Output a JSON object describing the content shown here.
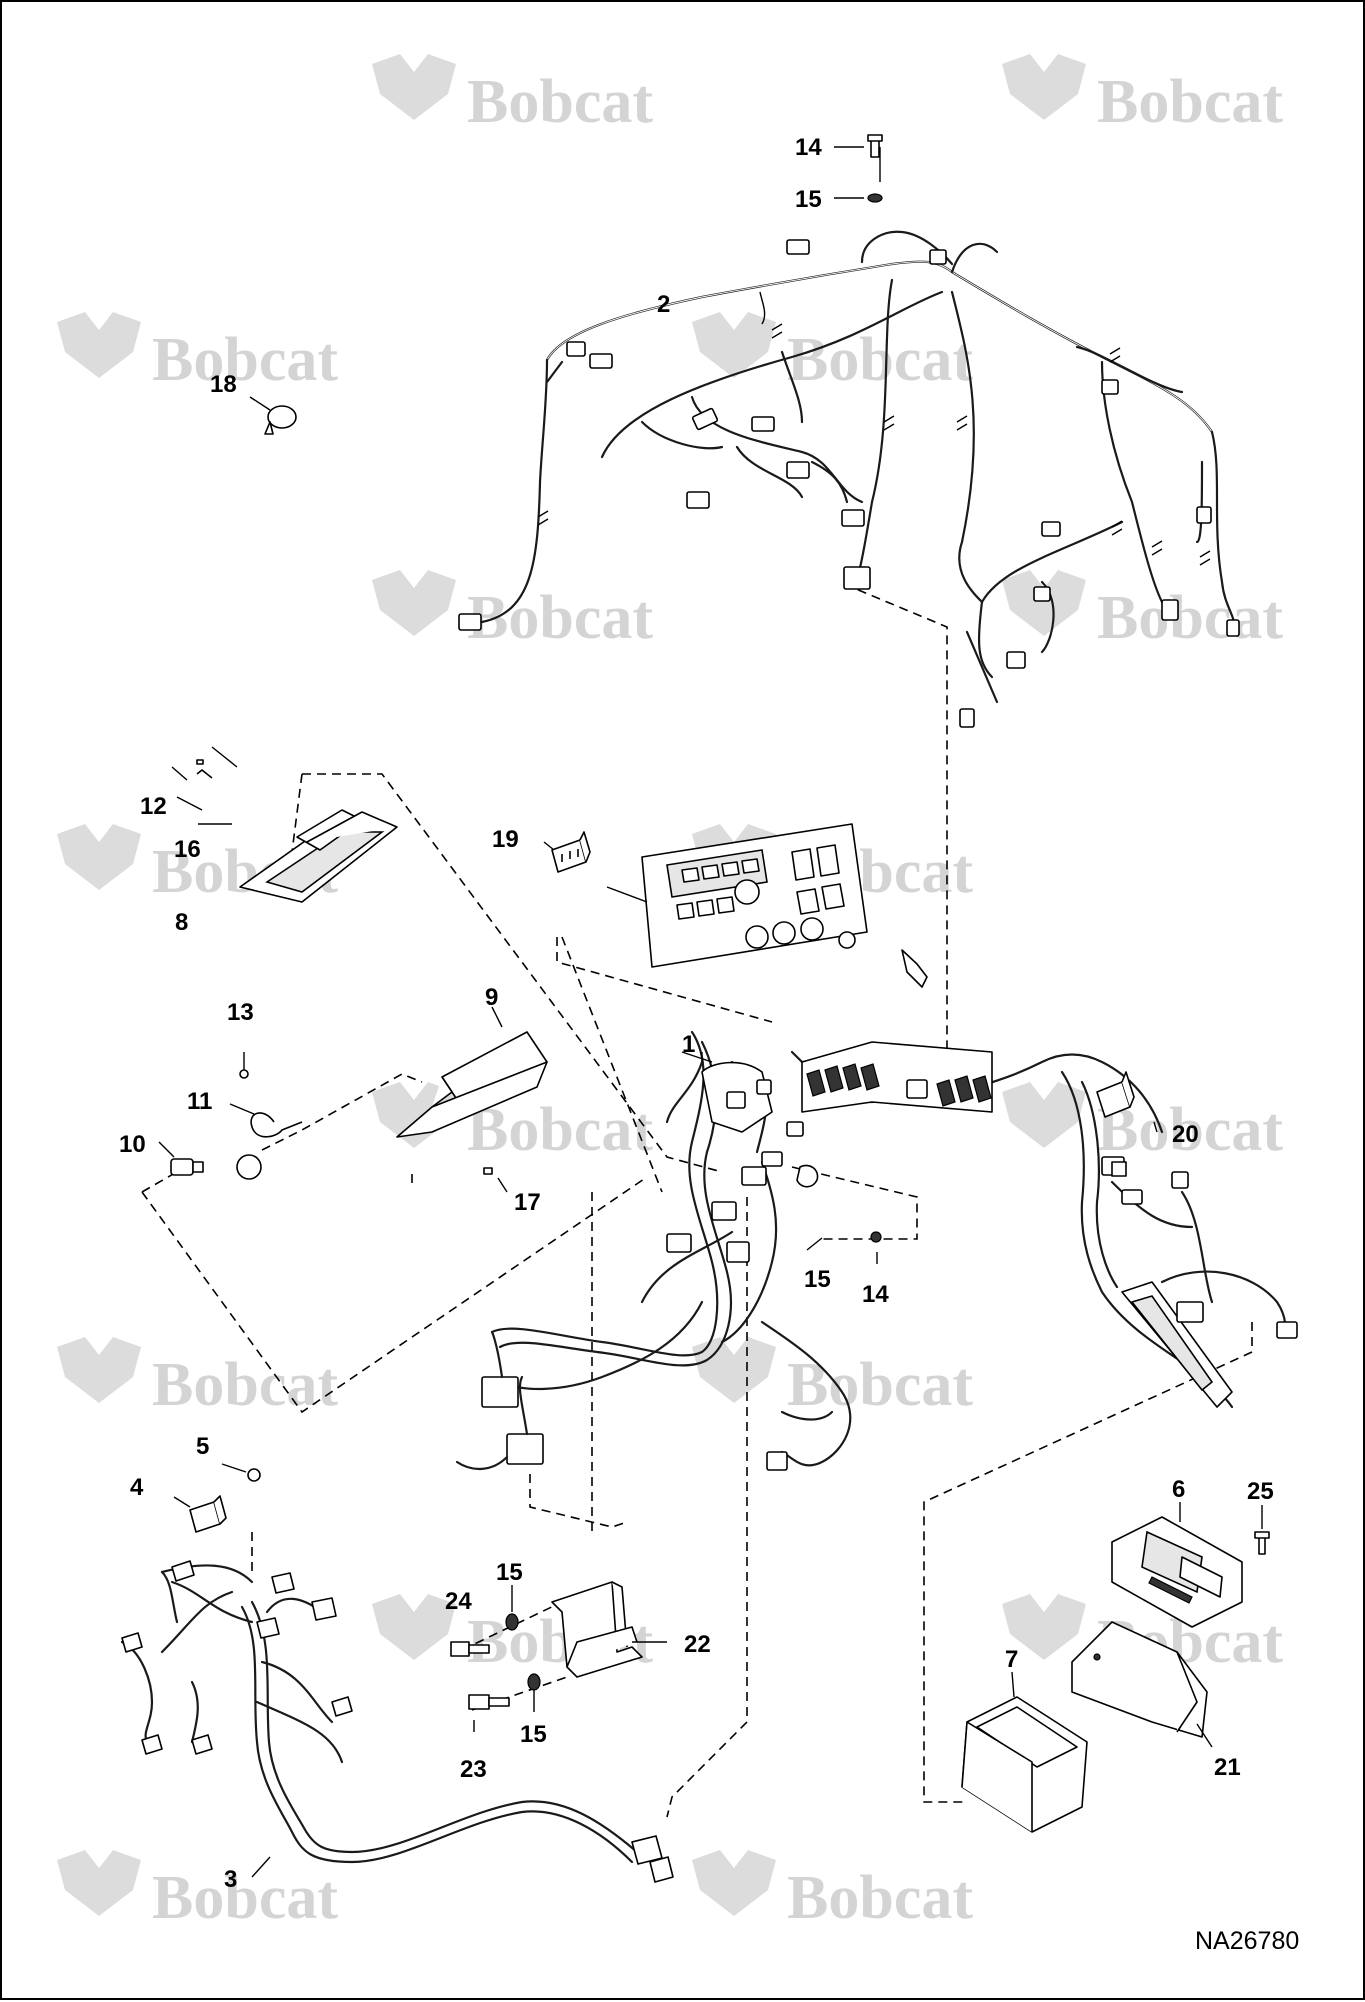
{
  "watermark": {
    "brand_text": "Bobcat"
  },
  "callouts": [
    {
      "id": "c1",
      "label": "1"
    },
    {
      "id": "c2",
      "label": "2"
    },
    {
      "id": "c3",
      "label": "3"
    },
    {
      "id": "c4",
      "label": "4"
    },
    {
      "id": "c5",
      "label": "5"
    },
    {
      "id": "c6",
      "label": "6"
    },
    {
      "id": "c7",
      "label": "7"
    },
    {
      "id": "c8",
      "label": "8"
    },
    {
      "id": "c9",
      "label": "9"
    },
    {
      "id": "c10",
      "label": "10"
    },
    {
      "id": "c11",
      "label": "11"
    },
    {
      "id": "c12",
      "label": "12"
    },
    {
      "id": "c13",
      "label": "13"
    },
    {
      "id": "c14a",
      "label": "14"
    },
    {
      "id": "c14b",
      "label": "14"
    },
    {
      "id": "c15a",
      "label": "15"
    },
    {
      "id": "c15b",
      "label": "15"
    },
    {
      "id": "c15c",
      "label": "15"
    },
    {
      "id": "c15d",
      "label": "15"
    },
    {
      "id": "c16",
      "label": "16"
    },
    {
      "id": "c17",
      "label": "17"
    },
    {
      "id": "c18",
      "label": "18"
    },
    {
      "id": "c19",
      "label": "19"
    },
    {
      "id": "c20",
      "label": "20"
    },
    {
      "id": "c21",
      "label": "21"
    },
    {
      "id": "c22",
      "label": "22"
    },
    {
      "id": "c23",
      "label": "23"
    },
    {
      "id": "c24",
      "label": "24"
    },
    {
      "id": "c25",
      "label": "25"
    }
  ],
  "drawing_id": "NA26780"
}
